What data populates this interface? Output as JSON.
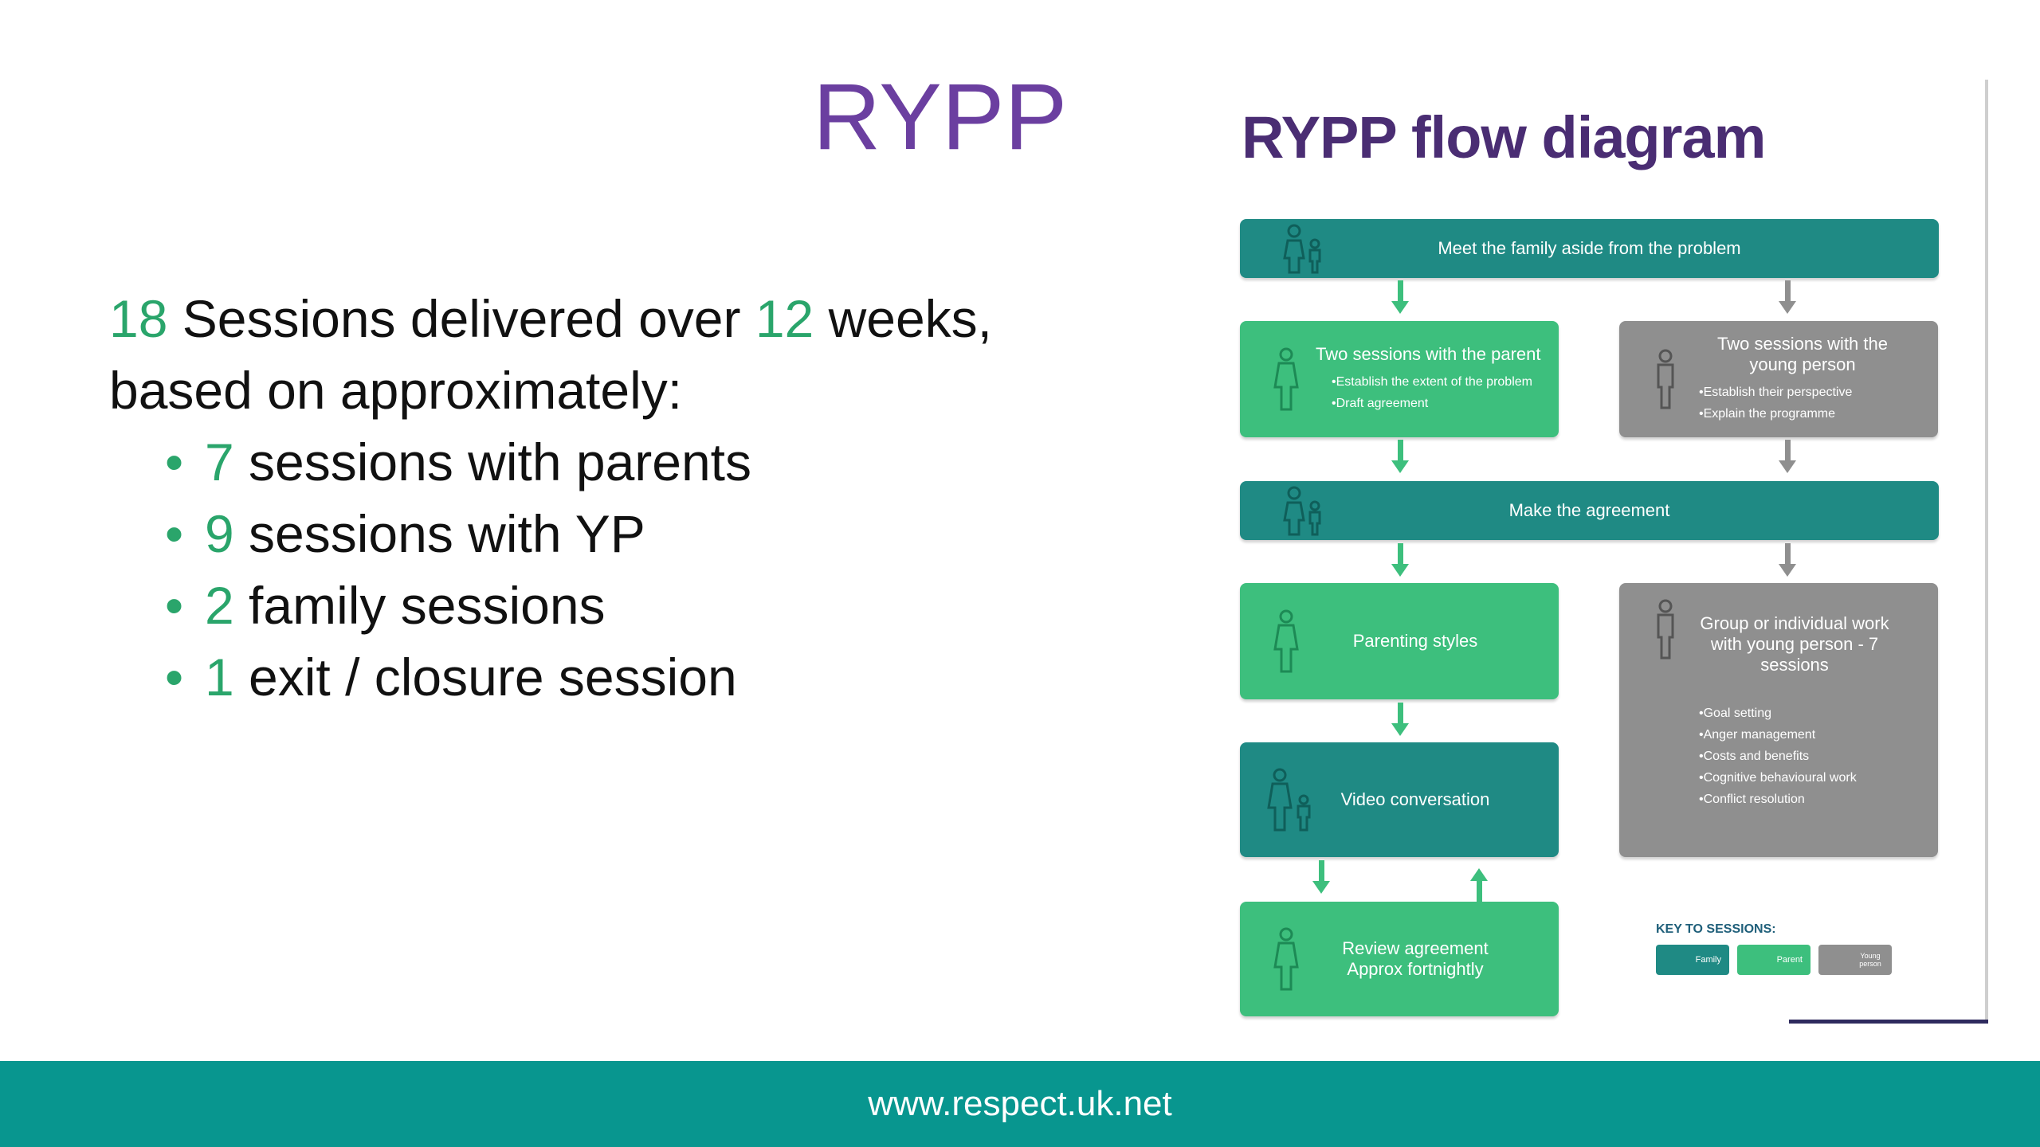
{
  "slide": {
    "title": "RYPP"
  },
  "summary": {
    "line1": {
      "num1": "18",
      "text1": " Sessions delivered over ",
      "num2": "12",
      "text2": " weeks,"
    },
    "line2": "based on approximately:",
    "bullets": [
      {
        "num": "7",
        "text": " sessions with parents"
      },
      {
        "num": "9",
        "text": " sessions with YP"
      },
      {
        "num": "2",
        "text": " family sessions"
      },
      {
        "num": "1",
        "text": " exit / closure session"
      }
    ]
  },
  "diagram": {
    "title": "RYPP flow diagram",
    "meet": "Meet the family aside from the problem",
    "parent_box": {
      "title": "Two sessions with the parent",
      "bullets": [
        "Establish the extent of the problem",
        "Draft agreement"
      ]
    },
    "yp_box": {
      "title": "Two sessions with the young person",
      "bullets": [
        "Establish their perspective",
        "Explain the programme"
      ]
    },
    "agreement": "Make the agreement",
    "parenting": "Parenting styles",
    "group_box": {
      "title": "Group or individual work with young person - 7 sessions",
      "bullets": [
        "Goal setting",
        "Anger management",
        "Costs and benefits",
        "Cognitive behavioural work",
        "Conflict resolution"
      ]
    },
    "video": "Video conversation",
    "review": {
      "line1": "Review agreement",
      "line2": "Approx fortnightly"
    },
    "key": {
      "title": "KEY TO SESSIONS:",
      "family": "Family",
      "parent": "Parent",
      "young_person": "Young person"
    },
    "colors": {
      "family": "#1f8a84",
      "parent": "#3dbf7d",
      "young_person": "#8f8f8f"
    }
  },
  "footer": {
    "url": "www.respect.uk.net"
  }
}
